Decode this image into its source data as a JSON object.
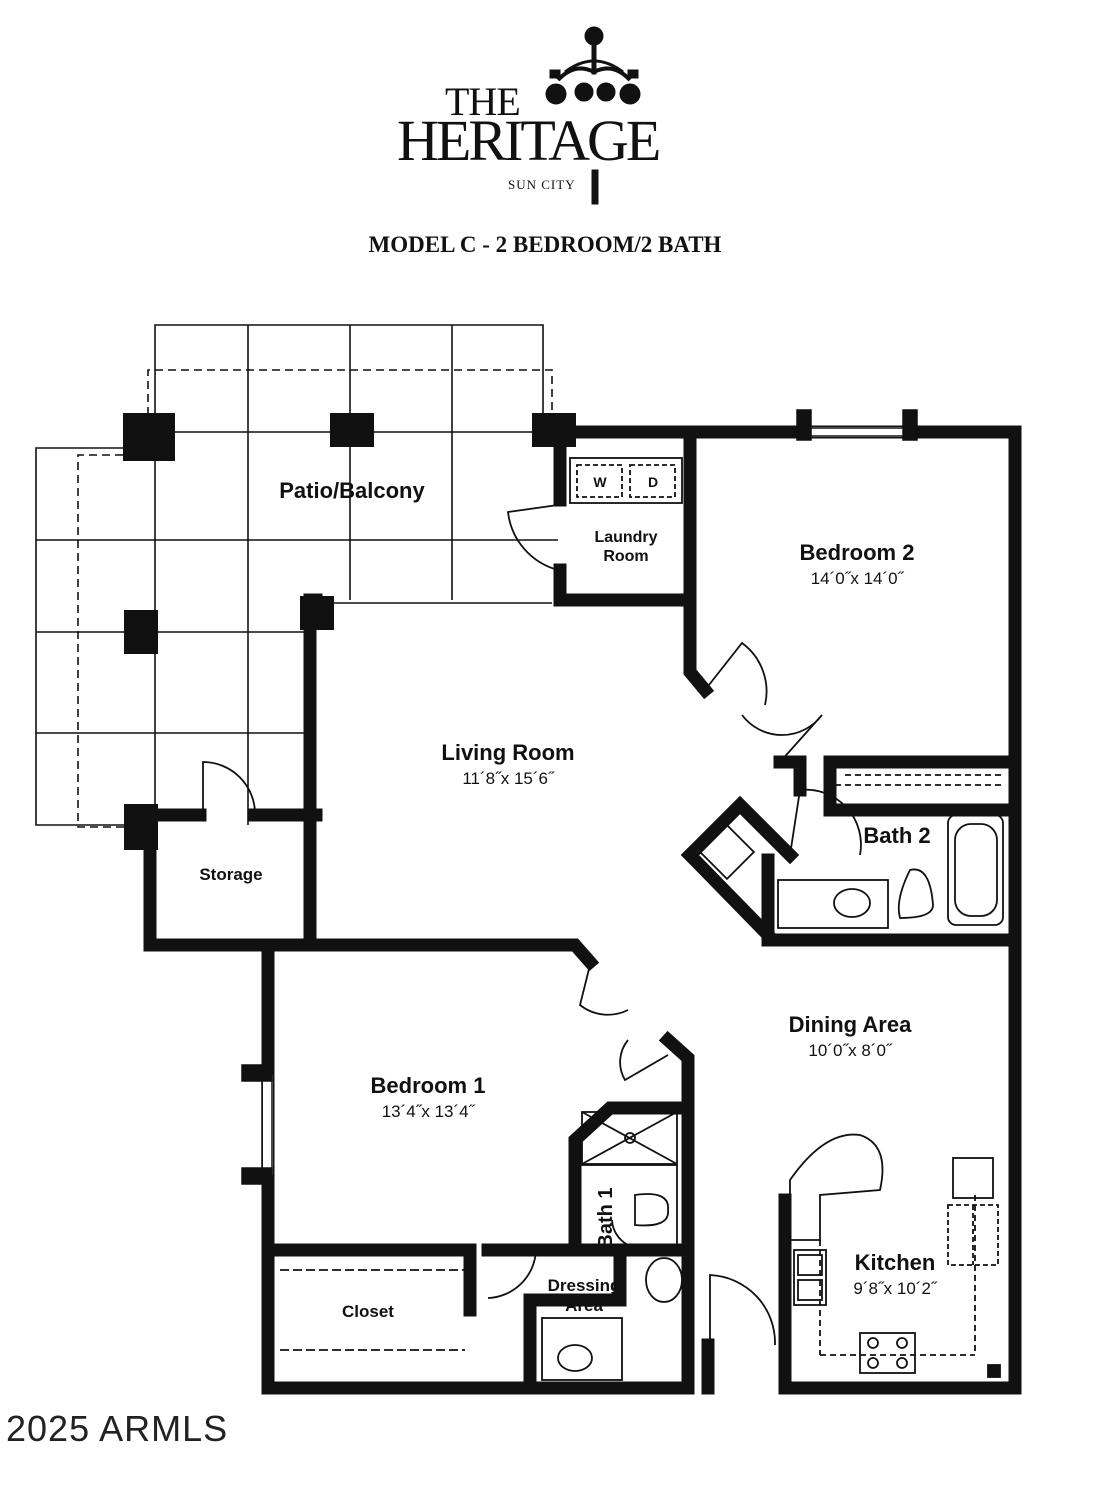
{
  "brand": {
    "line1": "THE",
    "line2": "HERITAGE",
    "tagline": "SUN CITY"
  },
  "model_title": "MODEL C - 2 BEDROOM/2 BATH",
  "rooms": {
    "patio": {
      "name": "Patio/Balcony"
    },
    "laundry": {
      "name_line1": "Laundry",
      "name_line2": "Room",
      "washer": "W",
      "dryer": "D"
    },
    "bedroom2": {
      "name": "Bedroom 2",
      "dims": "14´0˝x 14´0˝"
    },
    "living": {
      "name": "Living Room",
      "dims": "11´8˝x 15´6˝"
    },
    "bath2": {
      "name": "Bath 2"
    },
    "storage": {
      "name": "Storage"
    },
    "dining": {
      "name": "Dining Area",
      "dims": "10´0˝x 8´0˝"
    },
    "bedroom1": {
      "name": "Bedroom 1",
      "dims": "13´4˝x 13´4˝"
    },
    "bath1": {
      "name": "Bath 1"
    },
    "closet": {
      "name": "Closet"
    },
    "dressing": {
      "name_line1": "Dressing",
      "name_line2": "Area"
    },
    "kitchen": {
      "name": "Kitchen",
      "dims": "9´8˝x 10´2˝"
    }
  },
  "copyright": "2025 ARMLS"
}
